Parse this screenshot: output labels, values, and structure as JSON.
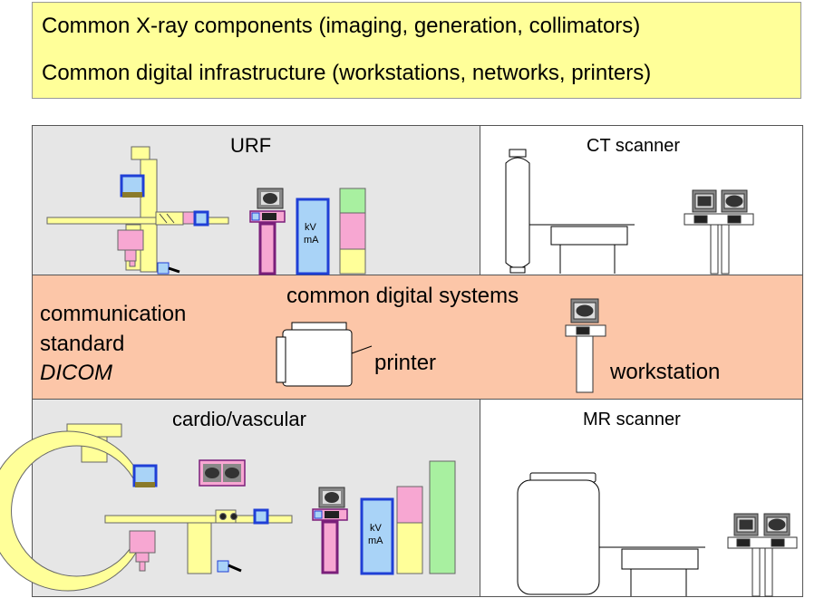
{
  "header": {
    "line1": "Common X-ray components (imaging, generation, collimators)",
    "line2": "Common digital infrastructure (workstations, networks, printers)"
  },
  "panels": {
    "urf": {
      "title": "URF",
      "generator_kv": "kV",
      "generator_ma": "mA"
    },
    "ct": {
      "title": "CT scanner"
    },
    "cardio": {
      "title": "cardio/vascular",
      "generator_kv": "kV",
      "generator_ma": "mA"
    },
    "mr": {
      "title": "MR scanner"
    }
  },
  "middle": {
    "title": "common digital systems",
    "standard_line1": "communication",
    "standard_line2": "standard",
    "standard_line3": "DICOM",
    "printer_label": "printer",
    "workstation_label": "workstation"
  },
  "colors": {
    "header_bg": "#ffff99",
    "xray_panel_bg": "#e6e6e6",
    "digital_band_bg": "#fcc6a8",
    "equipment_yellow": "#ffff99",
    "detector_blue": "#1f3fd6",
    "pink": "#f7a7d2",
    "green": "#a8f0a0",
    "purple": "#7a1f7a",
    "light_blue": "#a9d3f7"
  }
}
